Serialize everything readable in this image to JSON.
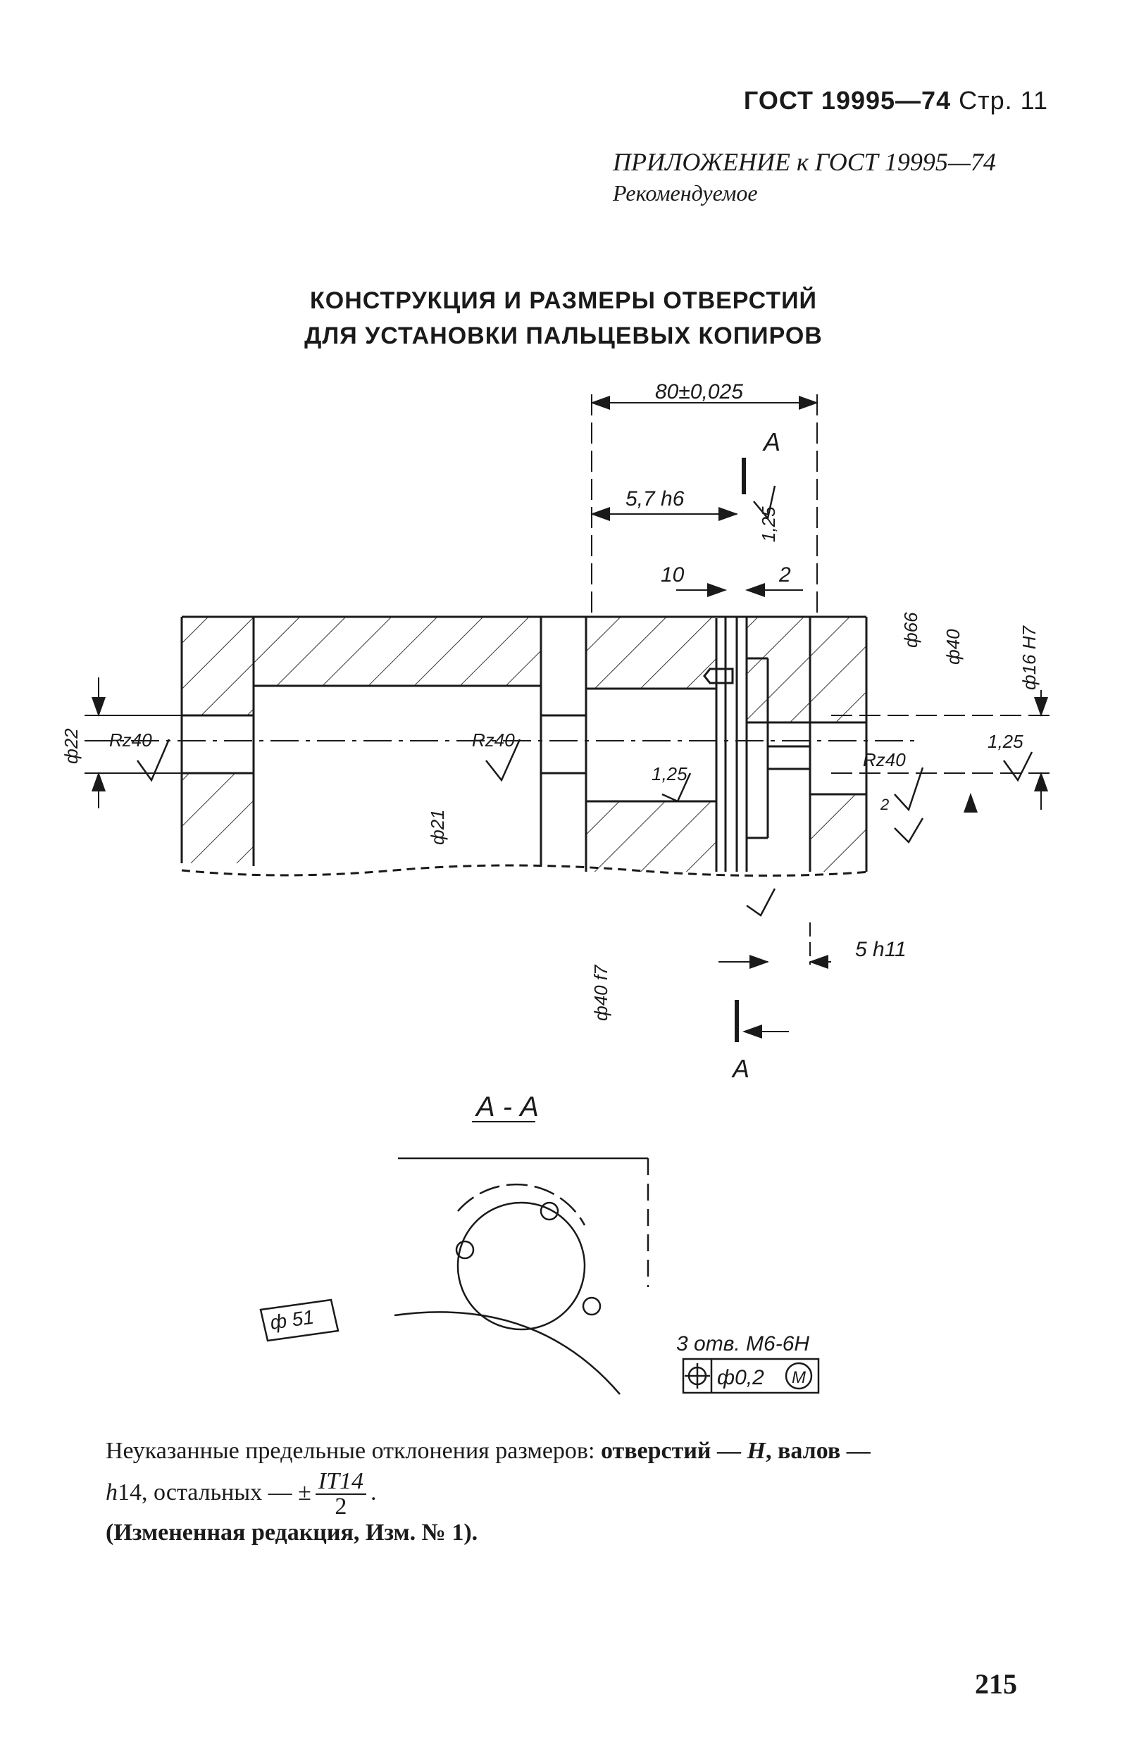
{
  "header": {
    "standard": "ГОСТ 19995—74",
    "page_label": "Стр. 11"
  },
  "appendix": {
    "title": "ПРИЛОЖЕНИЕ к ГОСТ 19995—74",
    "subtitle": "Рекомендуемое"
  },
  "section_title": {
    "line1": "КОНСТРУКЦИЯ И РАЗМЕРЫ ОТВЕРСТИЙ",
    "line2": "ДЛЯ УСТАНОВКИ ПАЛЬЦЕВЫХ КОПИРОВ"
  },
  "drawing": {
    "dim_top": "80±0,025",
    "section_mark": "А",
    "dim_57": "5,7 h6",
    "rough_125_top": "1,25",
    "dim_10": "10",
    "dim_2": "2",
    "dia_66": "ф66",
    "dia_40": "ф40",
    "dia_16": "ф16 H7",
    "dia_22": "ф22",
    "rz_left": "Rz40",
    "rz_mid": "Rz40",
    "rough_125_mid": "1,25",
    "rz_right": "Rz40",
    "rough_125_right": "1,25",
    "dia_21": "ф21",
    "rough_small": "2",
    "dim_5": "5 h11",
    "dia_40_bottom": "ф40 f7",
    "section_view_label": "А - А",
    "dia_51": "ф 51",
    "holes_note": "3 отв. М6-6Н",
    "position_tolerance": "ф0,2",
    "modifier": "M"
  },
  "note": {
    "text_a": "Неуказанные предельные отклонения размеров: ",
    "text_b": "отверстий — ",
    "hole_sym": "H",
    "text_c": ", валов — ",
    "text_d": "h",
    "text_e": "14, остальных — ±",
    "frac_num": "IT14",
    "frac_den": "2",
    "text_f": "."
  },
  "edit_note": "(Измененная редакция, Изм. № 1).",
  "page_number": "215"
}
